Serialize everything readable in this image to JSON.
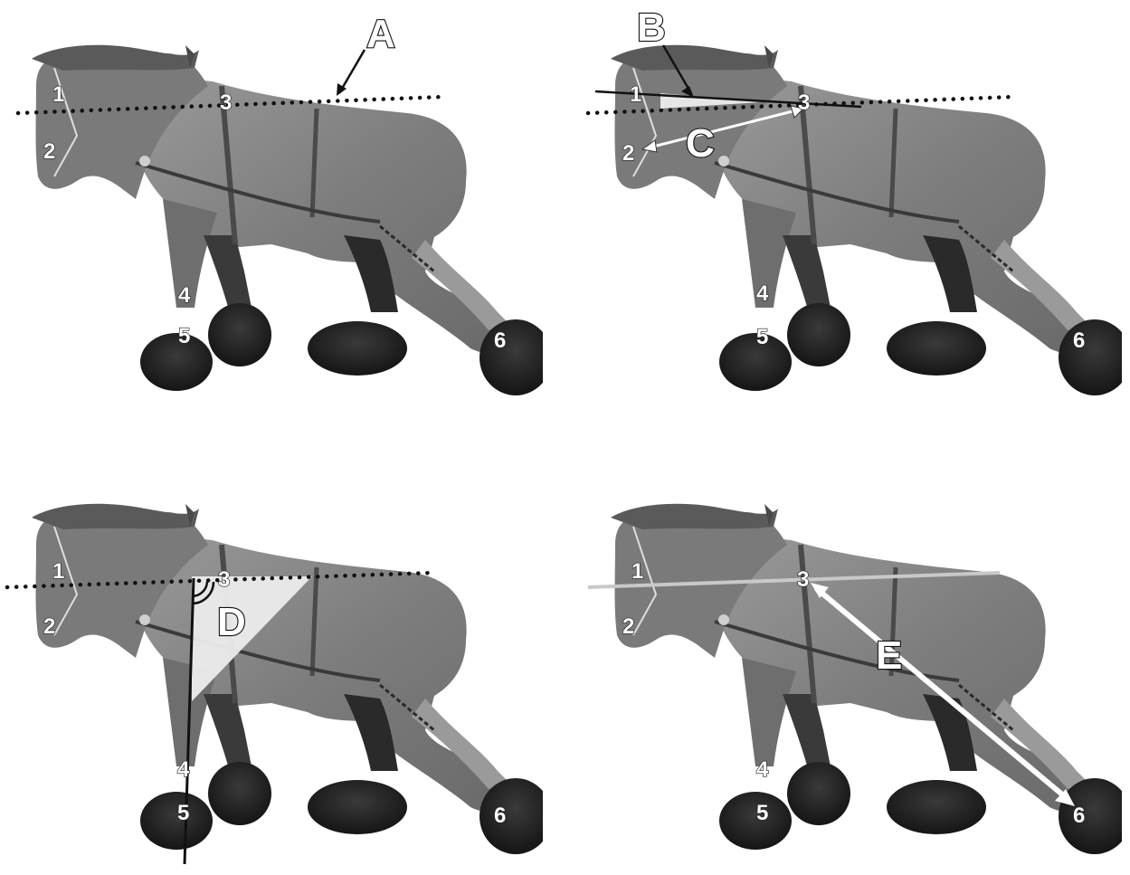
{
  "labels": {
    "A": "A",
    "B": "B",
    "C": "C",
    "D": "D",
    "E": "E"
  },
  "points": [
    "1",
    "2",
    "3",
    "4",
    "5",
    "6"
  ],
  "colors": {
    "horse_body": "#8c8c8c",
    "horse_dark": "#2e2e2e",
    "line": "#111111",
    "arrow_white": "#ffffff",
    "shade": "#ececec"
  }
}
